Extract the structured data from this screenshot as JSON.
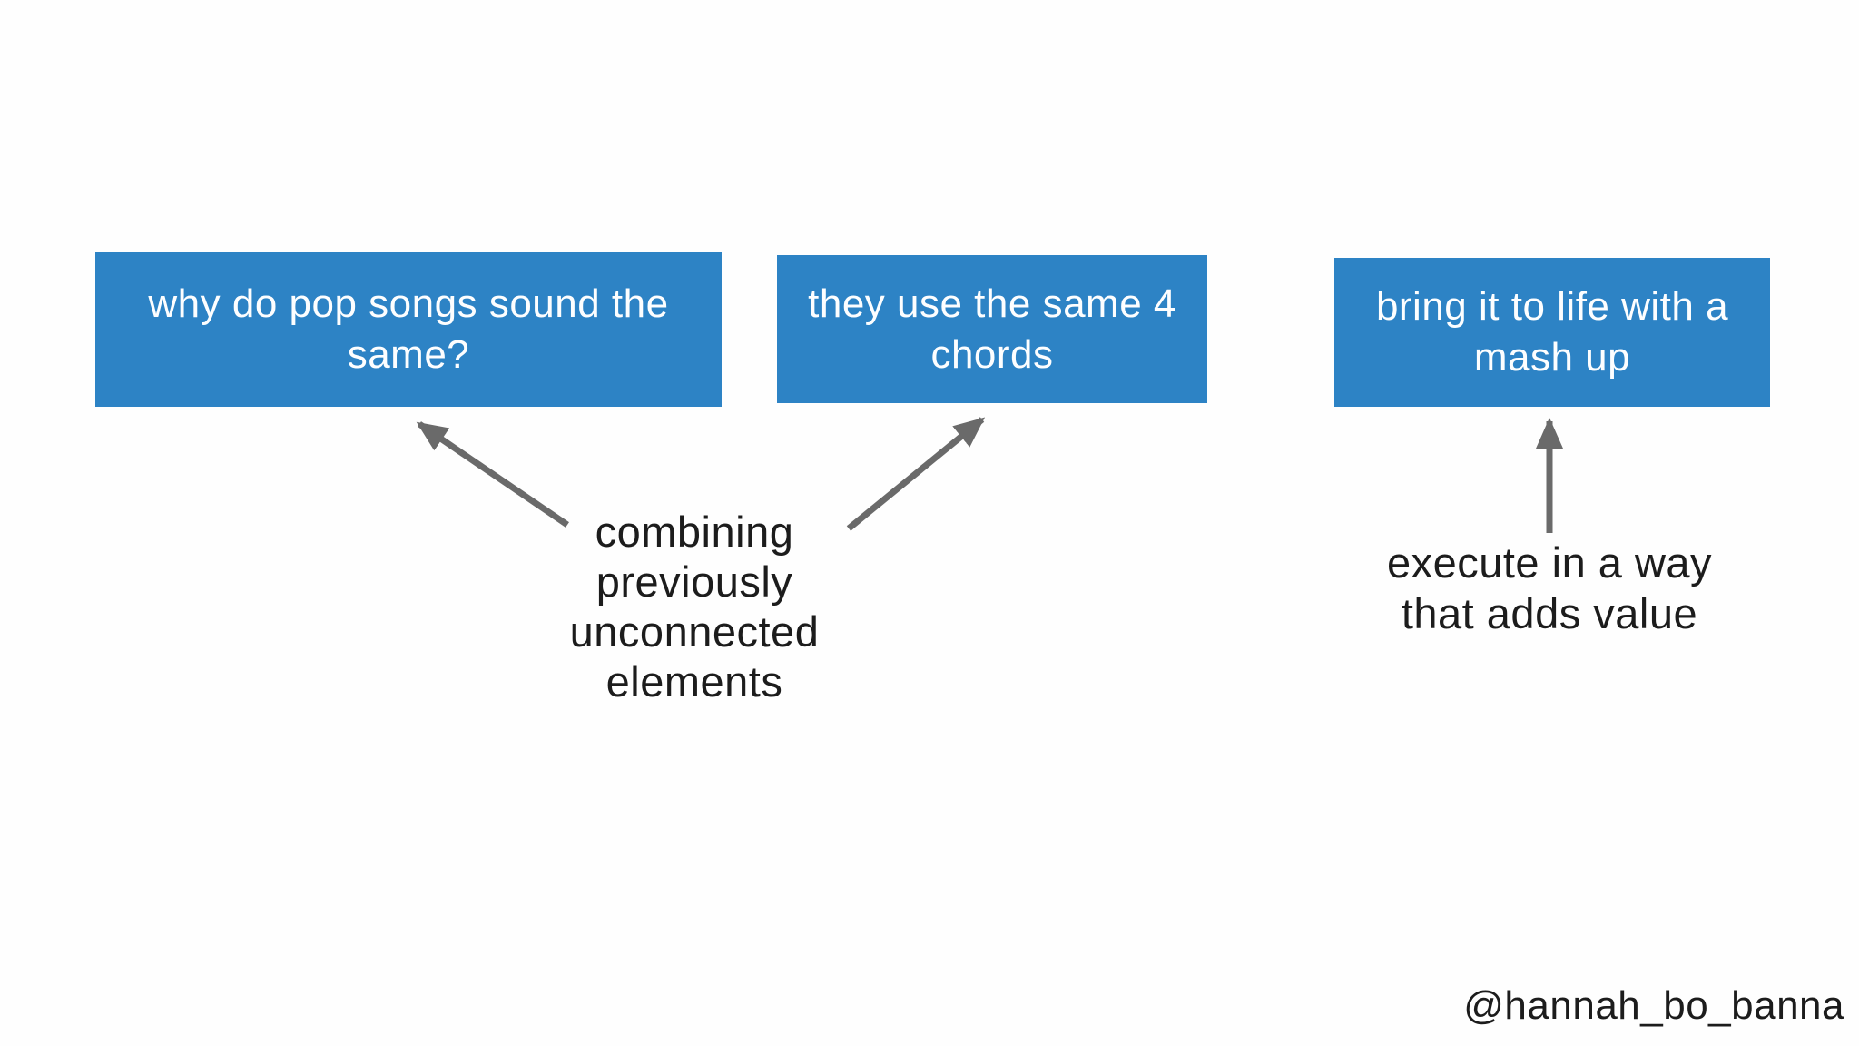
{
  "colors": {
    "background": "#fefefe",
    "box_fill": "#2d83c5",
    "box_text": "#fdfeff",
    "annotation_text": "#1c1c1c",
    "arrow": "#6a6a6a"
  },
  "boxes": [
    {
      "id": "question",
      "label": "why do pop songs sound the\nsame?"
    },
    {
      "id": "chords",
      "label": "they use the same 4\nchords"
    },
    {
      "id": "mashup",
      "label": "bring it to life with a\nmash up"
    }
  ],
  "annotations": [
    {
      "id": "combining",
      "text": "combining\npreviously\nunconnected\nelements"
    },
    {
      "id": "execute",
      "text": "execute in a way\nthat adds value"
    }
  ],
  "watermark": {
    "handle": "@hannah_bo_banna"
  }
}
